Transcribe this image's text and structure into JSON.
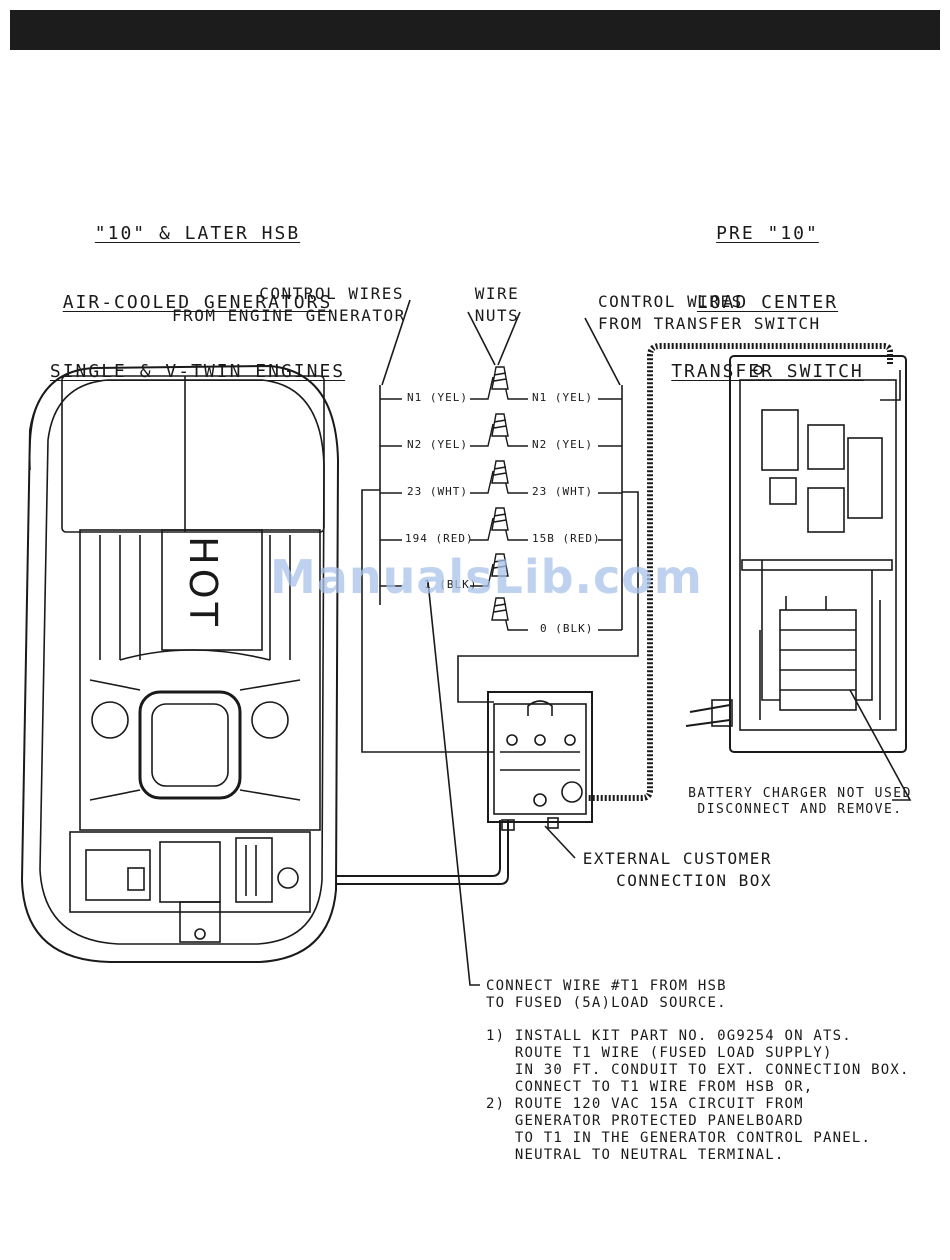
{
  "header": {
    "bar_color": "#1c1c1c"
  },
  "left_title": [
    "\"10\" & LATER HSB",
    "AIR-COOLED GENERATORS",
    "SINGLE & V-TWIN ENGINES"
  ],
  "right_title": [
    "PRE \"10\"",
    "LOAD CENTER",
    "TRANSFER SWITCH"
  ],
  "labels": {
    "control_wires_engine": "CONTROL WIRES\nFROM ENGINE GENERATOR",
    "wire_nuts": "WIRE\nNUTS",
    "control_wires_switch": "CONTROL WIRES\nFROM TRANSFER SWITCH",
    "hot_label": "HOT",
    "battery_charger": "BATTERY CHARGER NOT USED\nDISCONNECT AND REMOVE.",
    "external_box": "EXTERNAL CUSTOMER\nCONNECTION BOX"
  },
  "wires": [
    {
      "left": "N1 (YEL)",
      "right": "N1 (YEL)"
    },
    {
      "left": "N2 (YEL)",
      "right": "N2 (YEL)"
    },
    {
      "left": "23 (WHT)",
      "right": "23 (WHT)"
    },
    {
      "left": "194 (RED)",
      "right": "15B (RED)"
    },
    {
      "left": "1 (BLK)",
      "right": ""
    },
    {
      "left": "",
      "right": "0 (BLK)"
    }
  ],
  "note": {
    "intro": "CONNECT WIRE #T1 FROM HSB\nTO FUSED (5A)LOAD SOURCE.",
    "step1": "1) INSTALL KIT PART NO. 0G9254 ON ATS.\n   ROUTE T1 WIRE (FUSED LOAD SUPPLY)\n   IN 30 FT. CONDUIT TO EXT. CONNECTION BOX.\n   CONNECT TO T1 WIRE FROM HSB OR,",
    "step2": "2) ROUTE 120 VAC 15A CIRCUIT FROM\n   GENERATOR PROTECTED PANELBOARD\n   TO T1 IN THE GENERATOR CONTROL PANEL.\n   NEUTRAL TO NEUTRAL TERMINAL."
  },
  "watermark": "ManualsLib.com",
  "colors": {
    "line": "#1a1a1a",
    "watermark": "#a9c4ea"
  }
}
